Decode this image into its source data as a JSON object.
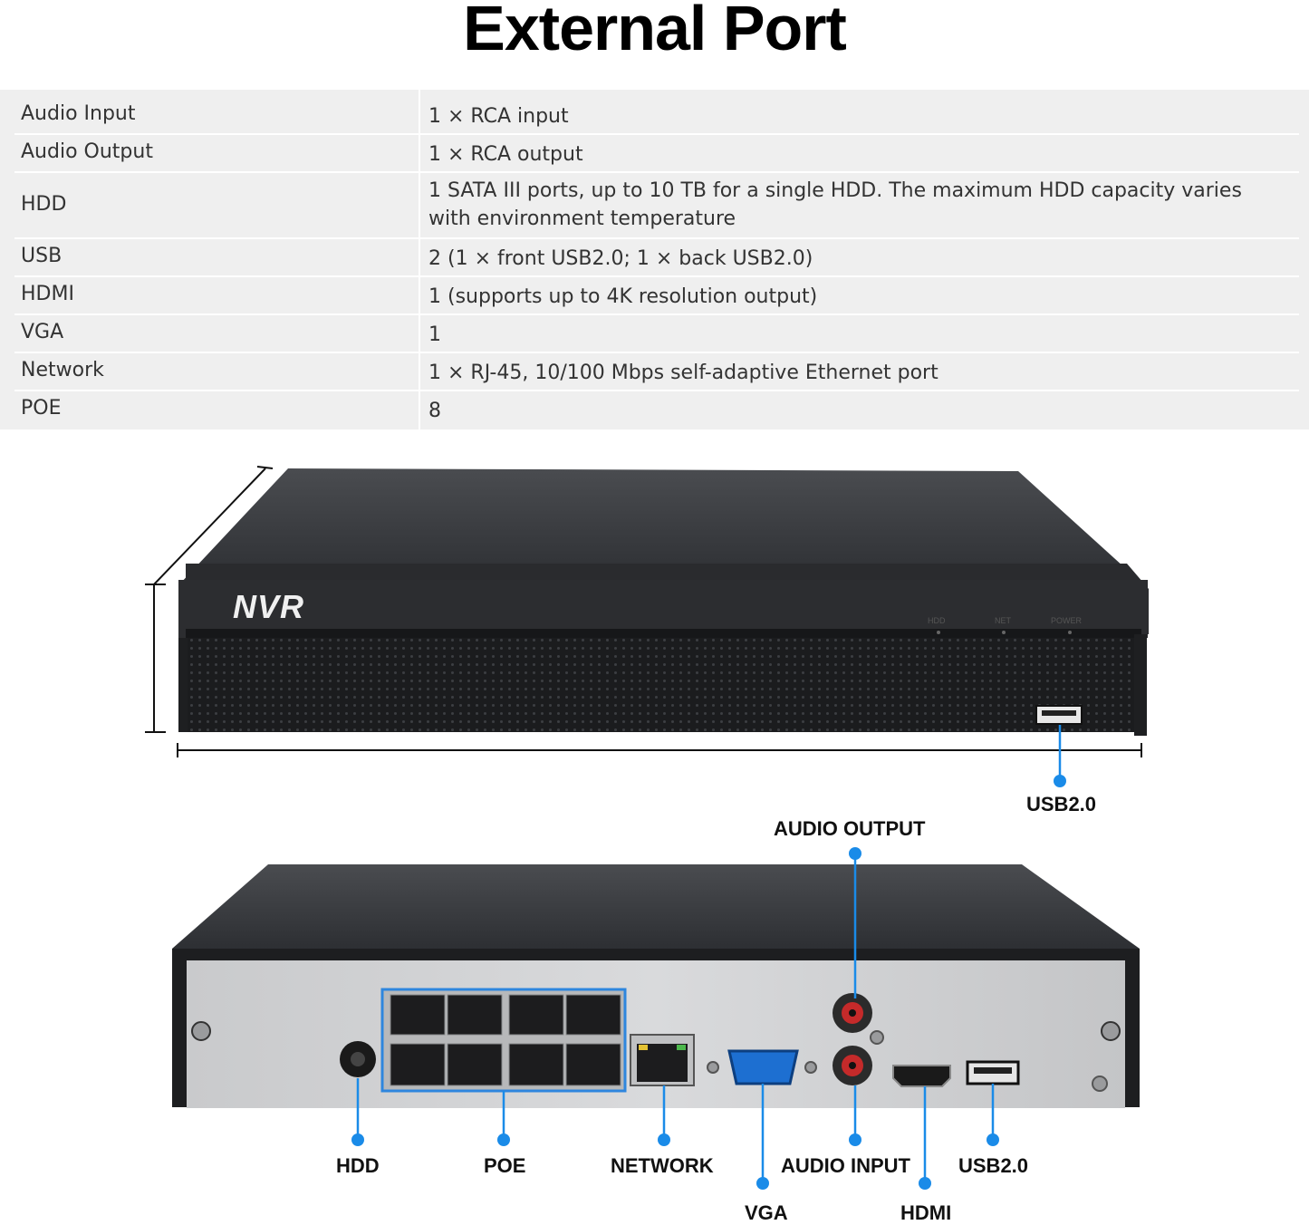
{
  "title": "External Port",
  "specs": [
    {
      "label": "Audio Input",
      "value": "1 × RCA input"
    },
    {
      "label": "Audio Output",
      "value": "1 × RCA output"
    },
    {
      "label": "HDD",
      "value": "1 SATA III ports, up to 10 TB for a single HDD. The maximum HDD capacity varies with environment temperature"
    },
    {
      "label": "USB",
      "value": "2 (1 × front USB2.0; 1 × back USB2.0)"
    },
    {
      "label": "HDMI",
      "value": "1 (supports up to 4K resolution output)"
    },
    {
      "label": "VGA",
      "value": "1"
    },
    {
      "label": "Network",
      "value": "1 × RJ-45, 10/100 Mbps self-adaptive Ethernet port"
    },
    {
      "label": "POE",
      "value": "8"
    }
  ],
  "front": {
    "brand": "NVR",
    "leds": [
      "HDD",
      "NET",
      "POWER"
    ],
    "callout_usb": "USB2.0"
  },
  "rear": {
    "callouts": {
      "audio_output": "AUDIO OUTPUT",
      "hdd": "HDD",
      "poe": "POE",
      "network": "NETWORK",
      "audio_input": "AUDIO INPUT",
      "usb": "USB2.0",
      "vga": "VGA",
      "hdmi": "HDMI"
    }
  },
  "colors": {
    "callout": "#1a8be8",
    "highlight": "#2e86de"
  }
}
